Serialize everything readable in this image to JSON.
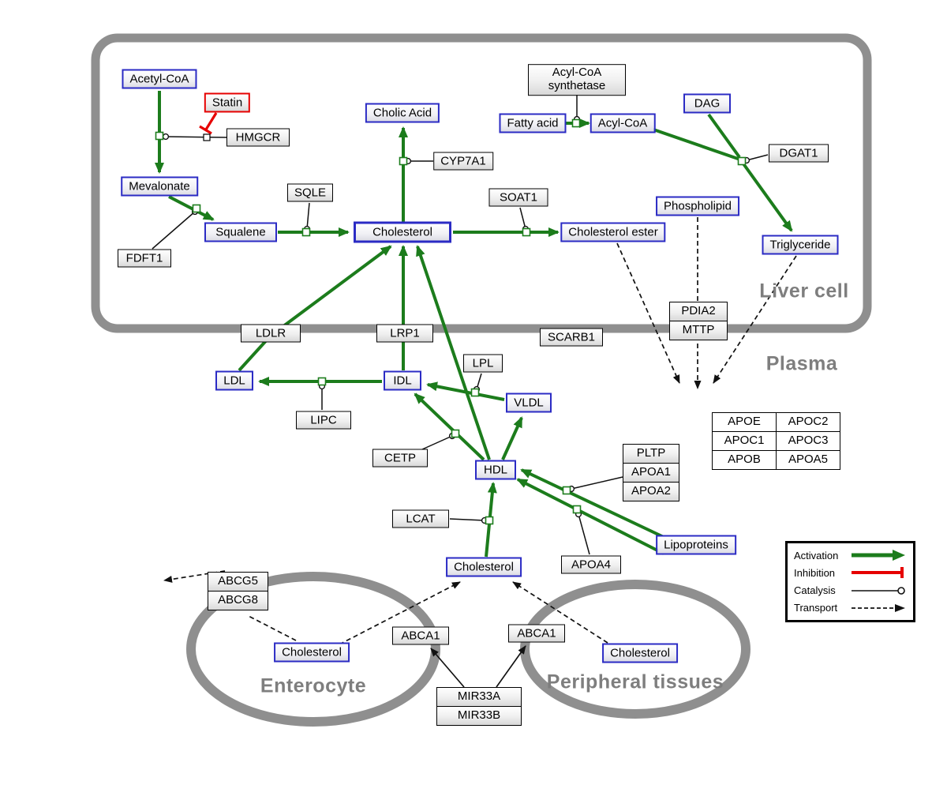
{
  "compartments": {
    "liver": "Liver cell",
    "plasma": "Plasma",
    "enterocyte": "Enterocyte",
    "peripheral": "Peripheral tissues"
  },
  "nodes": {
    "acetyl_coa": "Acetyl-CoA",
    "statin": "Statin",
    "hmgcr": "HMGCR",
    "mevalonate": "Mevalonate",
    "fdft1": "FDFT1",
    "squalene": "Squalene",
    "sqle": "SQLE",
    "cholesterol_liver": "Cholesterol",
    "cholic_acid": "Cholic Acid",
    "cyp7a1": "CYP7A1",
    "soat1": "SOAT1",
    "cholesterol_ester": "Cholesterol ester",
    "acyl_coa_synthetase": "Acyl-CoA synthetase",
    "fatty_acid": "Fatty acid",
    "acyl_coa": "Acyl-CoA",
    "dag": "DAG",
    "dgat1": "DGAT1",
    "phospholipid": "Phospholipid",
    "triglyceride": "Triglyceride",
    "ldlr": "LDLR",
    "lrp1": "LRP1",
    "scarb1": "SCARB1",
    "pdia2": "PDIA2",
    "mttp": "MTTP",
    "ldl": "LDL",
    "idl": "IDL",
    "lipc": "LIPC",
    "lpl": "LPL",
    "vldl": "VLDL",
    "cetp": "CETP",
    "hdl": "HDL",
    "lcat": "LCAT",
    "pltp": "PLTP",
    "apoa1": "APOA1",
    "apoa2": "APOA2",
    "apoa4": "APOA4",
    "lipoproteins": "Lipoproteins",
    "cholesterol_plasma": "Cholesterol",
    "abcg5": "ABCG5",
    "abcg8": "ABCG8",
    "cholesterol_enterocyte": "Cholesterol",
    "abca1_left": "ABCA1",
    "abca1_right": "ABCA1",
    "cholesterol_peripheral": "Cholesterol",
    "mir33a": "MIR33A",
    "mir33b": "MIR33B"
  },
  "apo_table": {
    "rows": [
      [
        "APOE",
        "APOC2"
      ],
      [
        "APOC1",
        "APOC3"
      ],
      [
        "APOB",
        "APOA5"
      ]
    ]
  },
  "legend": {
    "activation": "Activation",
    "inhibition": "Inhibition",
    "catalysis": "Catalysis",
    "transport": "Transport"
  },
  "colors": {
    "activation_green": "#1c7c1c",
    "inhibition_red": "#e60000",
    "metabolite_blue": "#2b2bc4",
    "compartment_gray": "#8f8f8f",
    "text_black": "#000000"
  }
}
